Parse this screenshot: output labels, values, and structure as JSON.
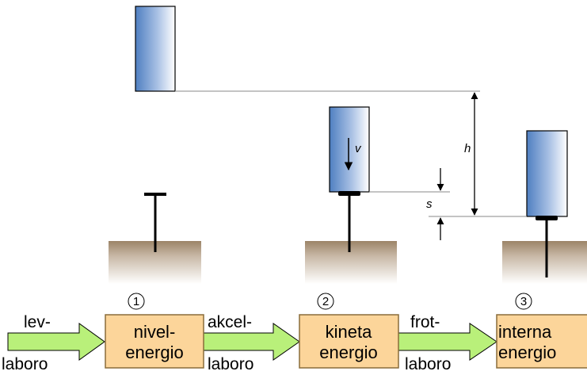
{
  "dimensions": {
    "h": "h",
    "s": "s",
    "v": "v"
  },
  "stages": [
    {
      "number": "1",
      "line1": "nivel-",
      "line2": "energio"
    },
    {
      "number": "2",
      "line1": "kineta",
      "line2": "energio"
    },
    {
      "number": "3",
      "line1": "interna",
      "line2": "energio"
    }
  ],
  "transfers": [
    {
      "top": "lev-",
      "bottom": "laboro"
    },
    {
      "top": "akcel-",
      "bottom": "laboro"
    },
    {
      "top": "frot-",
      "bottom": "laboro"
    }
  ],
  "colors": {
    "box_fill": "#fcd59a",
    "box_stroke": "#8a6d3b",
    "arrow_fill": "#b9f07a",
    "ground_top": "#a08a72",
    "ground_bottom": "#ffffff",
    "weight_light": "#ffffff",
    "weight_dark": "#4f7fc1"
  }
}
